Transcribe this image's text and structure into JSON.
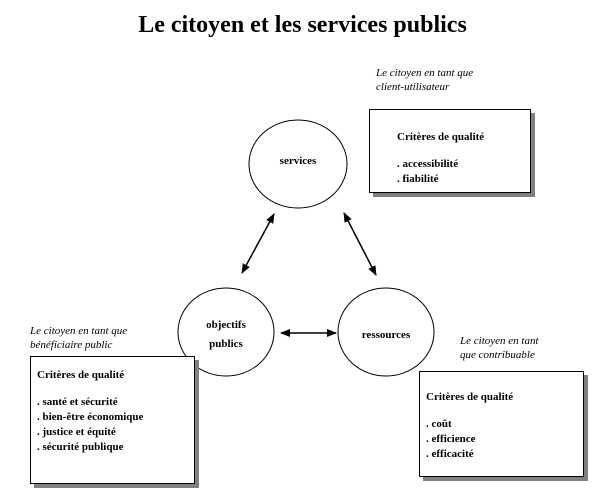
{
  "title": "Le citoyen et les services publics",
  "nodes": {
    "services": "services",
    "objectifs_line1": "objectifs",
    "objectifs_line2": "publics",
    "ressources": "ressources"
  },
  "roles": {
    "client_line1": "Le citoyen en tant que",
    "client_line2": "client-utilisateur",
    "beneficiaire_line1": "Le citoyen en tant que",
    "beneficiaire_line2": "bénéficiaire public",
    "contribuable_line1": "Le citoyen en tant",
    "contribuable_line2": "que contribuable"
  },
  "boxes": {
    "client": {
      "header": "Critères de qualité",
      "items": [
        ". accessibilité",
        ". fiabilité"
      ]
    },
    "beneficiaire": {
      "header": "Critères de qualité",
      "items": [
        ". santé et sécurité",
        ". bien-être économique",
        ". justice et équité",
        ". sécurité publique"
      ]
    },
    "contribuable": {
      "header": "Critères de qualité",
      "items": [
        ". coût",
        ". efficience",
        ". efficacité"
      ]
    }
  }
}
